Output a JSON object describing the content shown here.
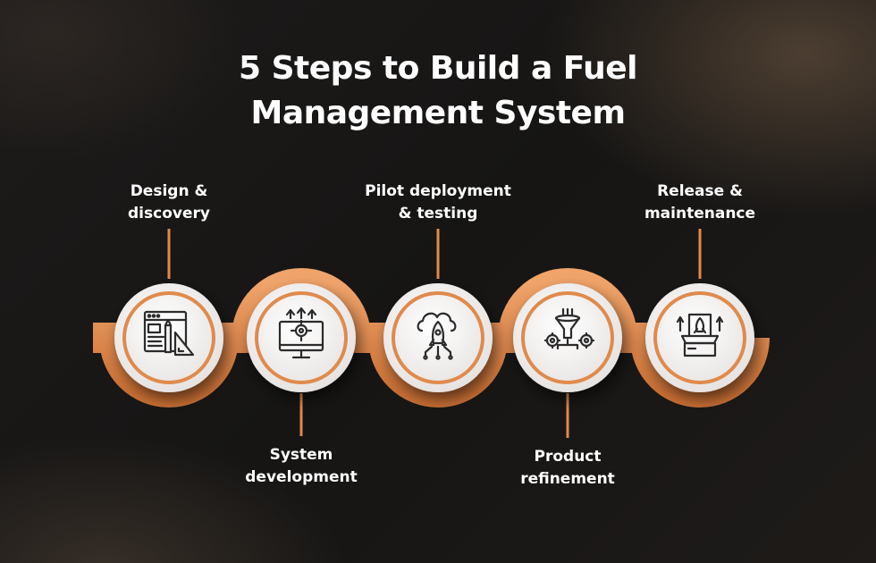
{
  "title": {
    "line1": "5 Steps to Build a Fuel",
    "line2": "Management System"
  },
  "colors": {
    "accent": "#e08a4c",
    "accent_dark": "#b8652d",
    "circle_fill": "#f4f2f1",
    "icon": "#2b2b2b",
    "text": "#ffffff"
  },
  "steps": [
    {
      "line1": "Design &",
      "line2": "discovery",
      "icon": "web-design-icon"
    },
    {
      "line1": "System",
      "line2": "development",
      "icon": "monitor-gear-icon"
    },
    {
      "line1": "Pilot deployment",
      "line2": "& testing",
      "icon": "cloud-rocket-icon"
    },
    {
      "line1": "Product",
      "line2": "refinement",
      "icon": "funnel-gears-icon"
    },
    {
      "line1": "Release &",
      "line2": "maintenance",
      "icon": "rocket-box-icon"
    }
  ]
}
